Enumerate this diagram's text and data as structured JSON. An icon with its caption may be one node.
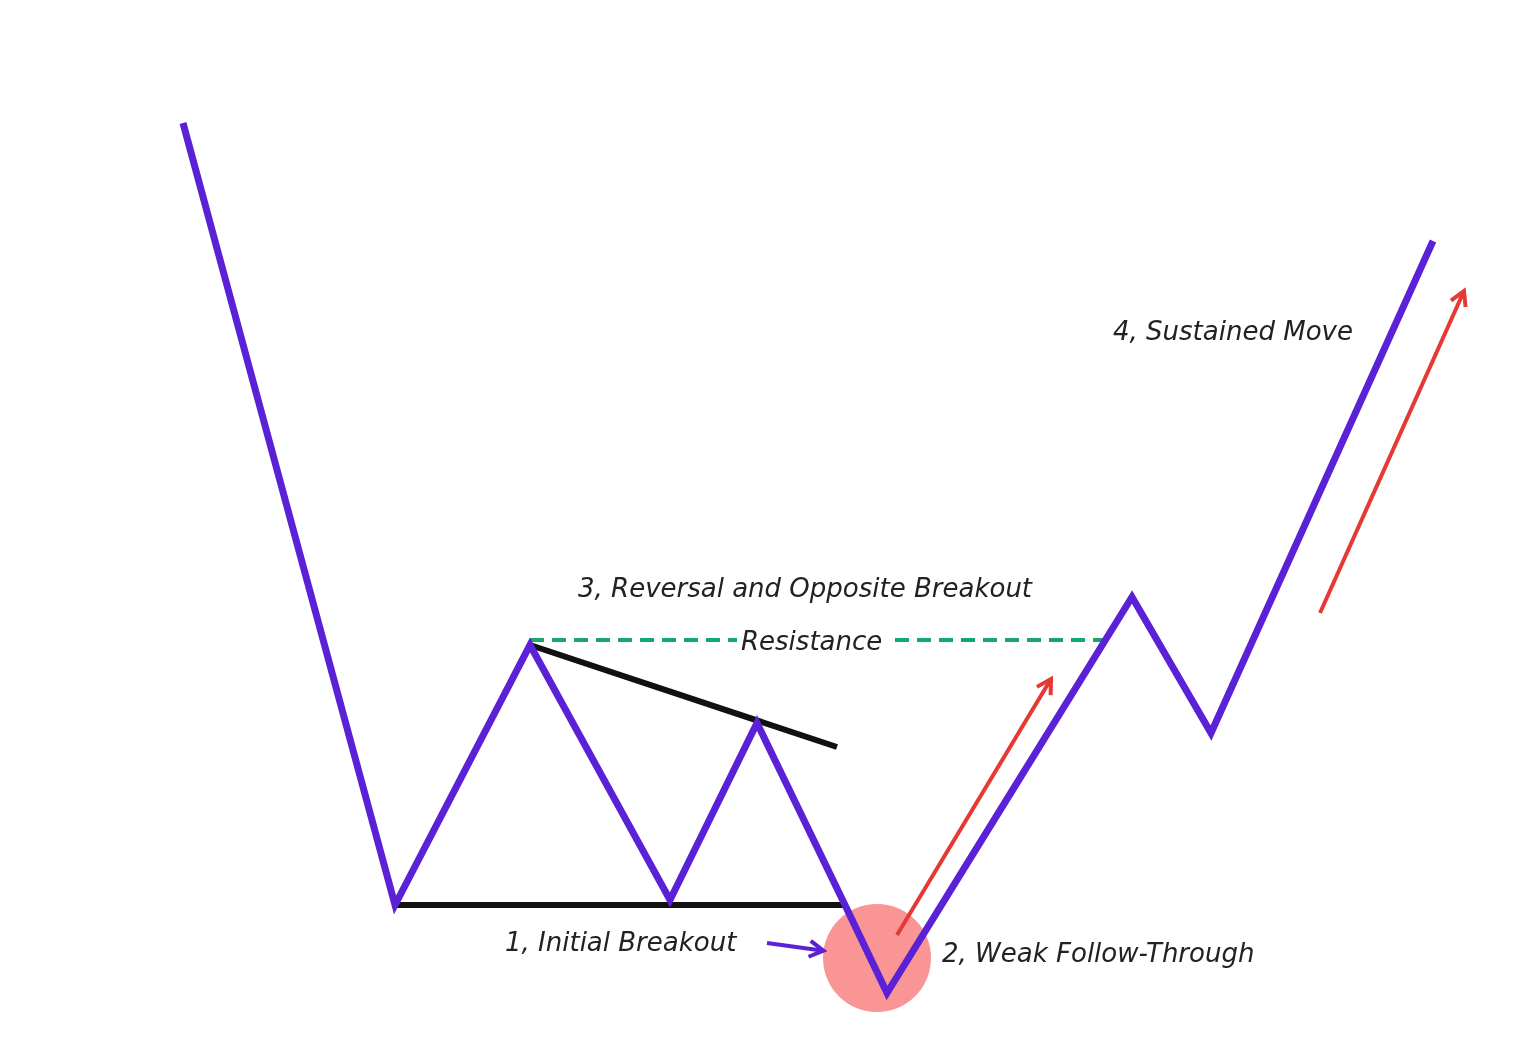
{
  "diagram": {
    "nodes": [
      {
        "text": [
          "1, Initial Breakout"
        ]
      },
      {
        "text": [],
        "shape": "circle"
      }
    ],
    "edges": [
      {
        "from": 0,
        "to": 1,
        "arrow": "to"
      }
    ],
    "labels": [
      "4, Sustained Move",
      "3, Reversal and Opposite Breakout",
      "Resistance",
      "2, Weak Follow-Through"
    ]
  }
}
